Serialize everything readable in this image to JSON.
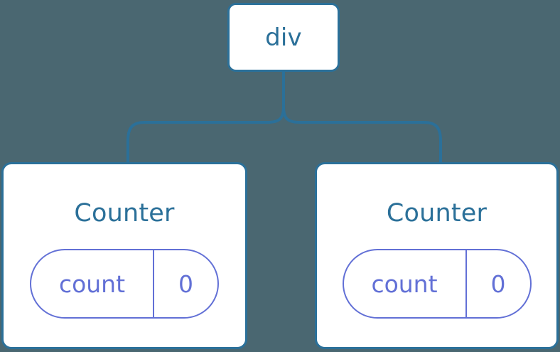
{
  "diagram": {
    "type": "component-tree",
    "background_color": "#4a6771",
    "node_border_color": "#2b7099",
    "node_fill_color": "#ffffff",
    "connector_color": "#2b7099",
    "state_accent_color": "#6270d6",
    "root": {
      "label": "div"
    },
    "children": [
      {
        "title": "Counter",
        "state": {
          "key": "count",
          "value": "0"
        }
      },
      {
        "title": "Counter",
        "state": {
          "key": "count",
          "value": "0"
        }
      }
    ]
  }
}
